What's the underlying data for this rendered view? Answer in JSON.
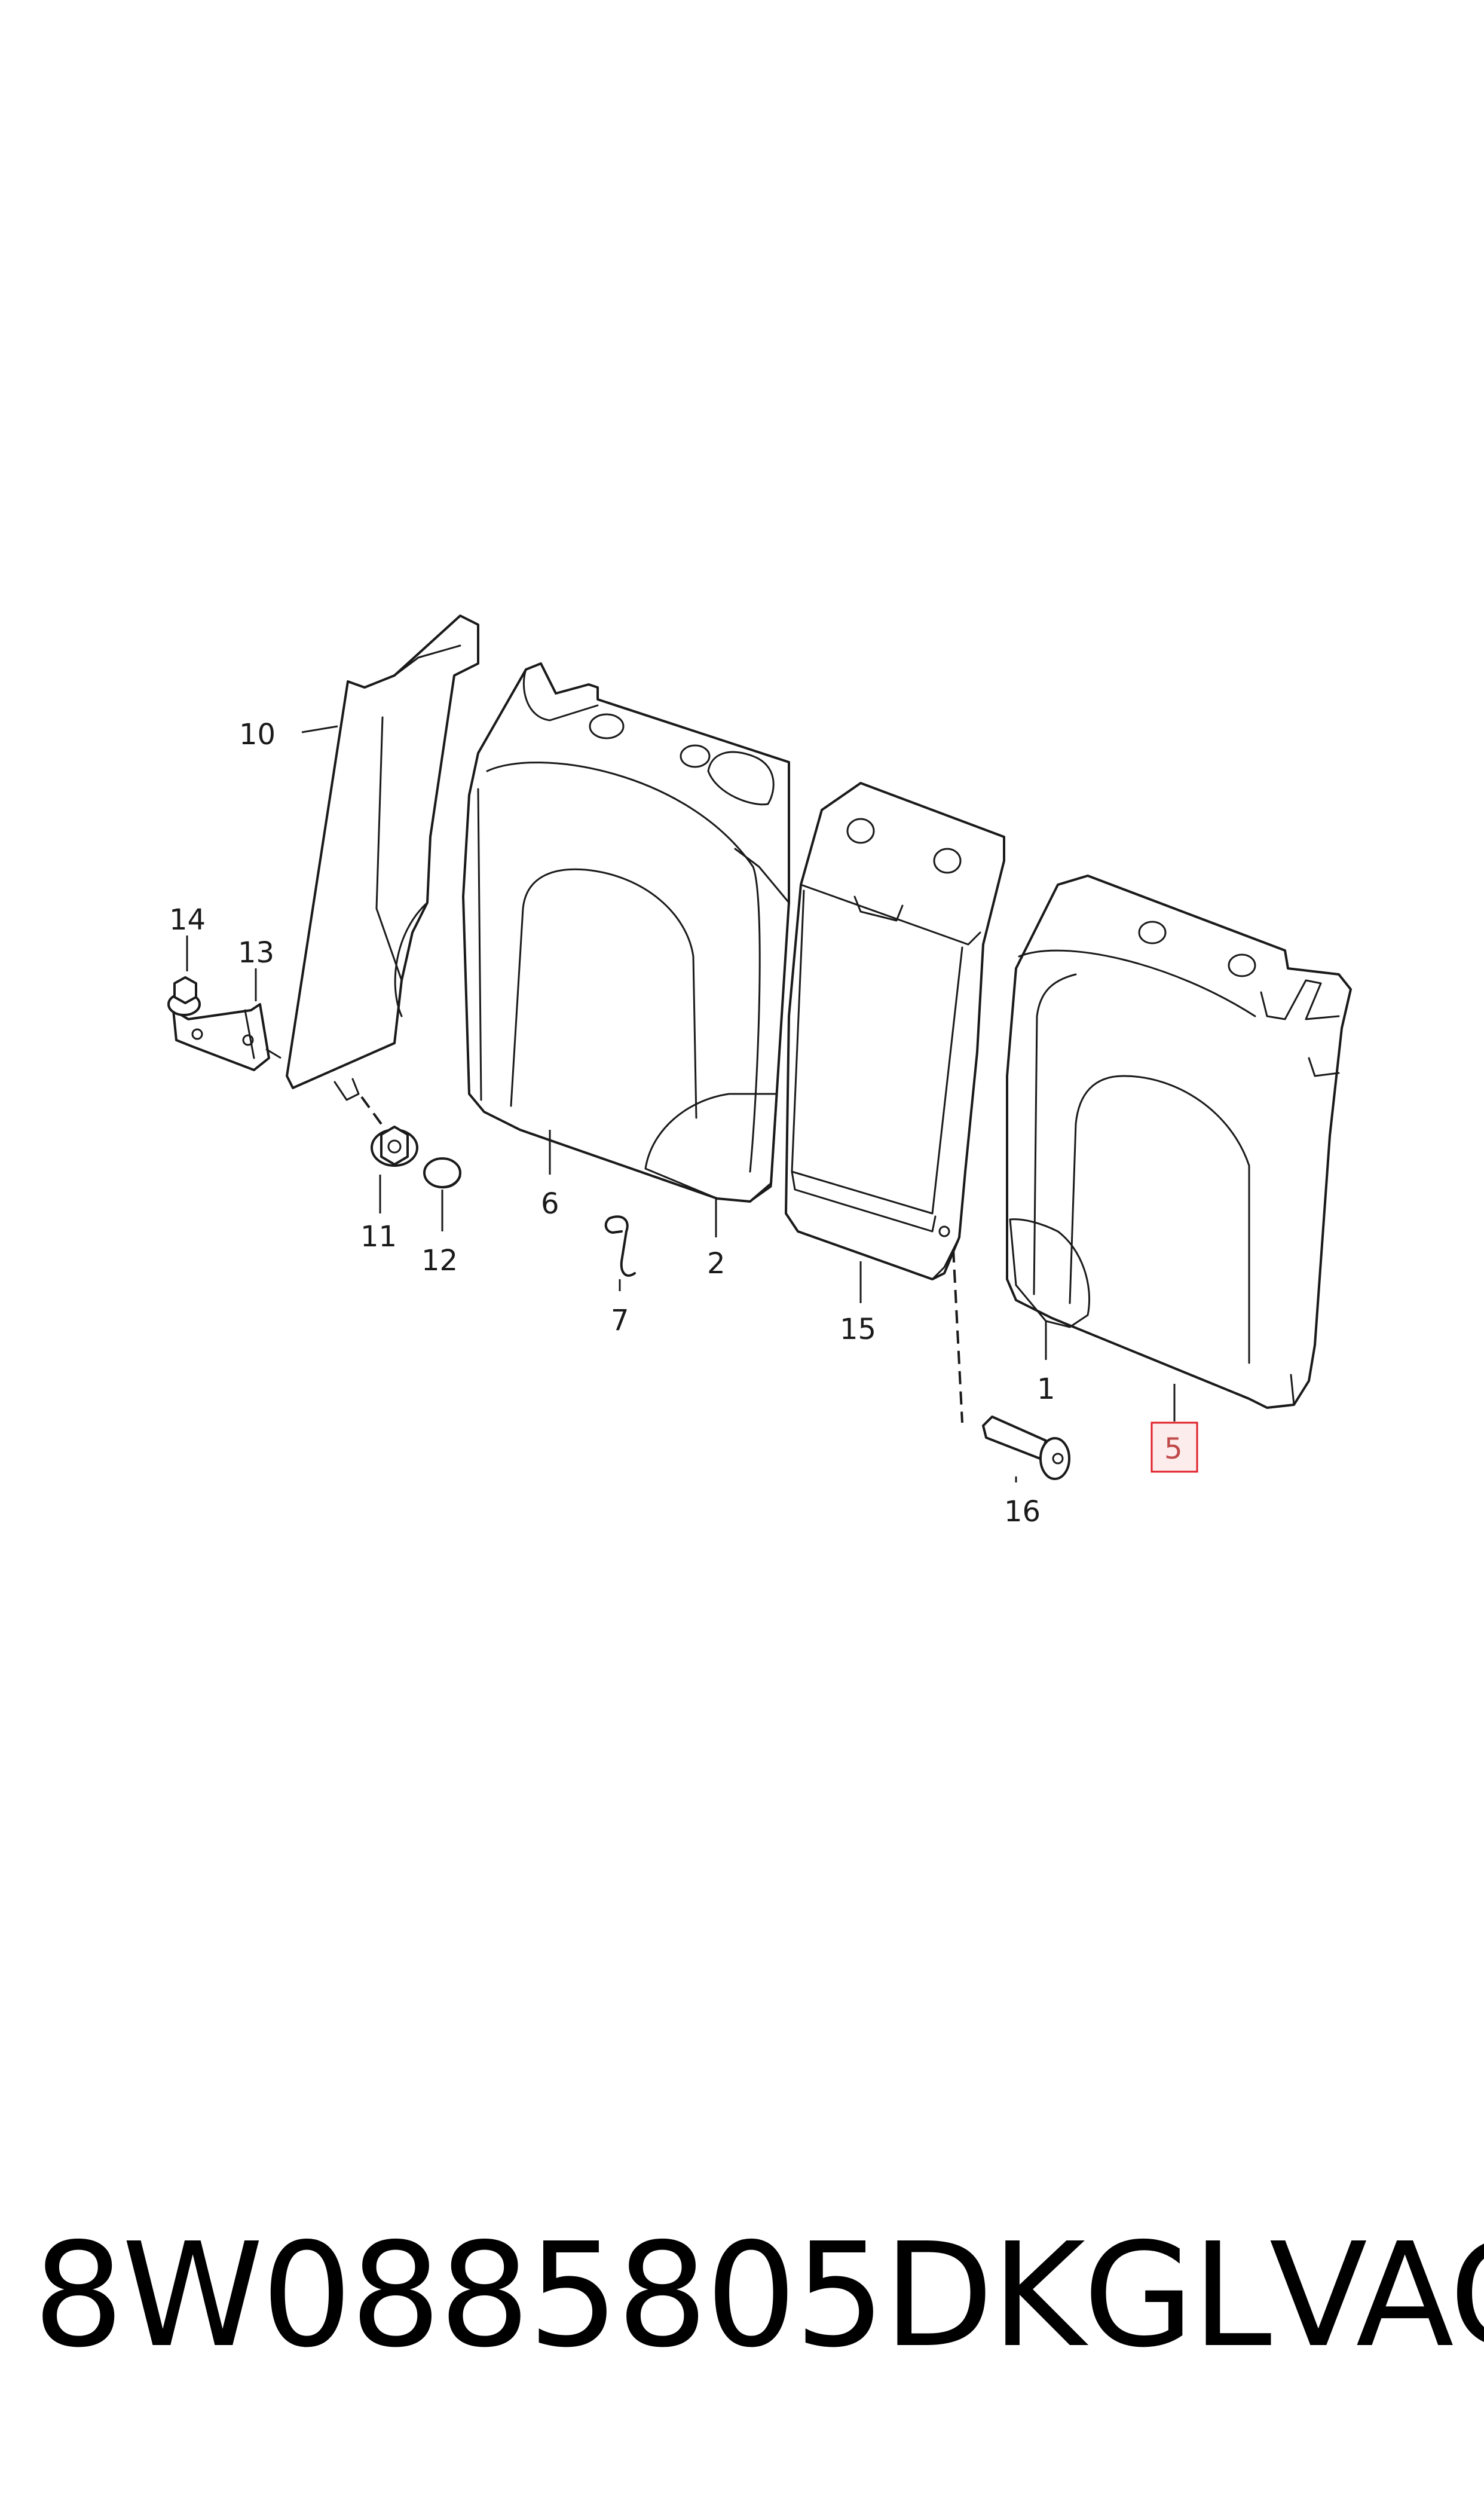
{
  "diagram": {
    "callouts": [
      "10",
      "14",
      "13",
      "11",
      "12",
      "6",
      "7",
      "2",
      "15",
      "1",
      "5",
      "16"
    ],
    "highlighted_callout": "5",
    "highlight_color": "#e0202a",
    "highlight_fill": "#fdecec"
  },
  "footer": {
    "part_number": "8W0885805DKGL",
    "brand": "VAG"
  }
}
